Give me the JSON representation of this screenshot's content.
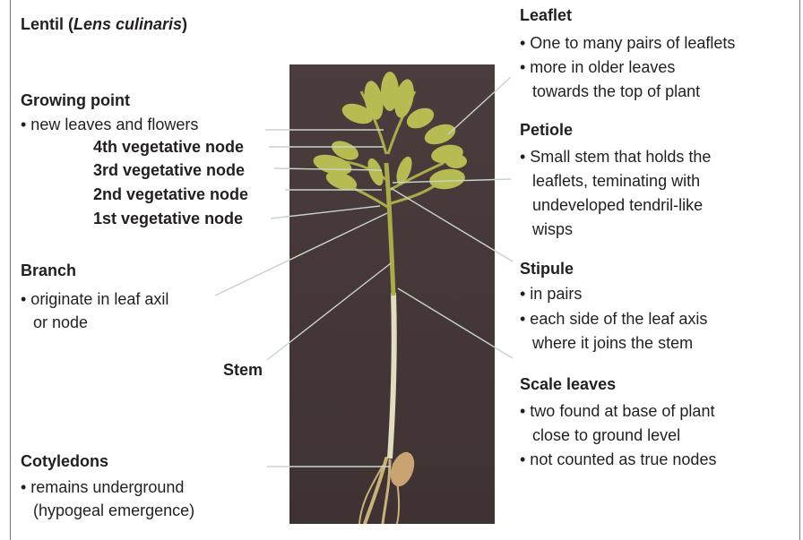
{
  "title": {
    "prefix": "Lentil (",
    "italic": "Lens culinaris",
    "suffix": ")"
  },
  "growing_point": {
    "heading": "Growing point",
    "bullet": "• new leaves and flowers",
    "nodes": [
      "4th vegetative node",
      "3rd vegetative node",
      "2nd vegetative node",
      "1st vegetative node"
    ]
  },
  "branch": {
    "heading": "Branch",
    "lines": [
      "• originate in leaf axil",
      "or node"
    ]
  },
  "stem": {
    "label": "Stem"
  },
  "cotyledons": {
    "heading": "Cotyledons",
    "lines": [
      "• remains underground",
      "(hypogeal emergence)"
    ]
  },
  "leaflet": {
    "heading": "Leaflet",
    "lines": [
      "• One to many pairs of leaflets",
      "• more in older leaves",
      "towards the top of plant"
    ]
  },
  "petiole": {
    "heading": "Petiole",
    "lines": [
      "• Small stem that holds the",
      "leaflets, teminating with",
      "undeveloped tendril-like",
      "wisps"
    ]
  },
  "stipule": {
    "heading": "Stipule",
    "lines": [
      "• in pairs",
      "• each side of the leaf axis",
      "where it joins the stem"
    ]
  },
  "scale_leaves": {
    "heading": "Scale leaves",
    "lines": [
      "• two found at base of plant",
      "close to ground level",
      "• not counted as true nodes"
    ]
  },
  "colors": {
    "text": "#231f20",
    "leader": "#c8d4c8",
    "photo_bg": "#463838",
    "leaf": "#b6bb52",
    "stem": "#a9ad48",
    "root": "#c9b27a"
  }
}
